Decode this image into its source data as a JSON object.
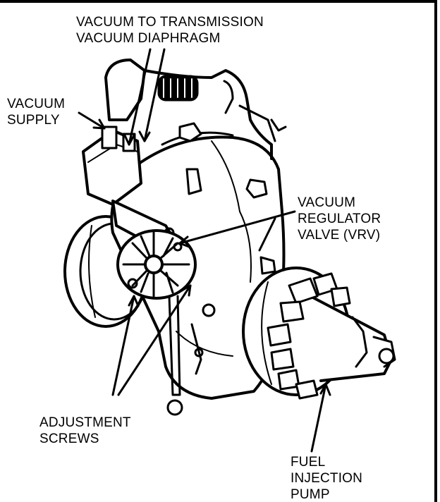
{
  "labels": {
    "vacuum_transmission": {
      "line1": "VACUUM TO TRANSMISSION",
      "line2": "VACUUM DIAPHRAGM"
    },
    "vacuum_supply": {
      "line1": "VACUUM",
      "line2": "SUPPLY"
    },
    "vrv": {
      "line1": "VACUUM",
      "line2": "REGULATOR",
      "line3": "VALVE (VRV)"
    },
    "adjustment_screws": {
      "line1": "ADJUSTMENT",
      "line2": "SCREWS"
    },
    "fuel_pump": {
      "line1": "FUEL",
      "line2": "INJECTION",
      "line3": "PUMP"
    }
  },
  "colors": {
    "ink": "#000000",
    "paper": "#ffffff"
  }
}
